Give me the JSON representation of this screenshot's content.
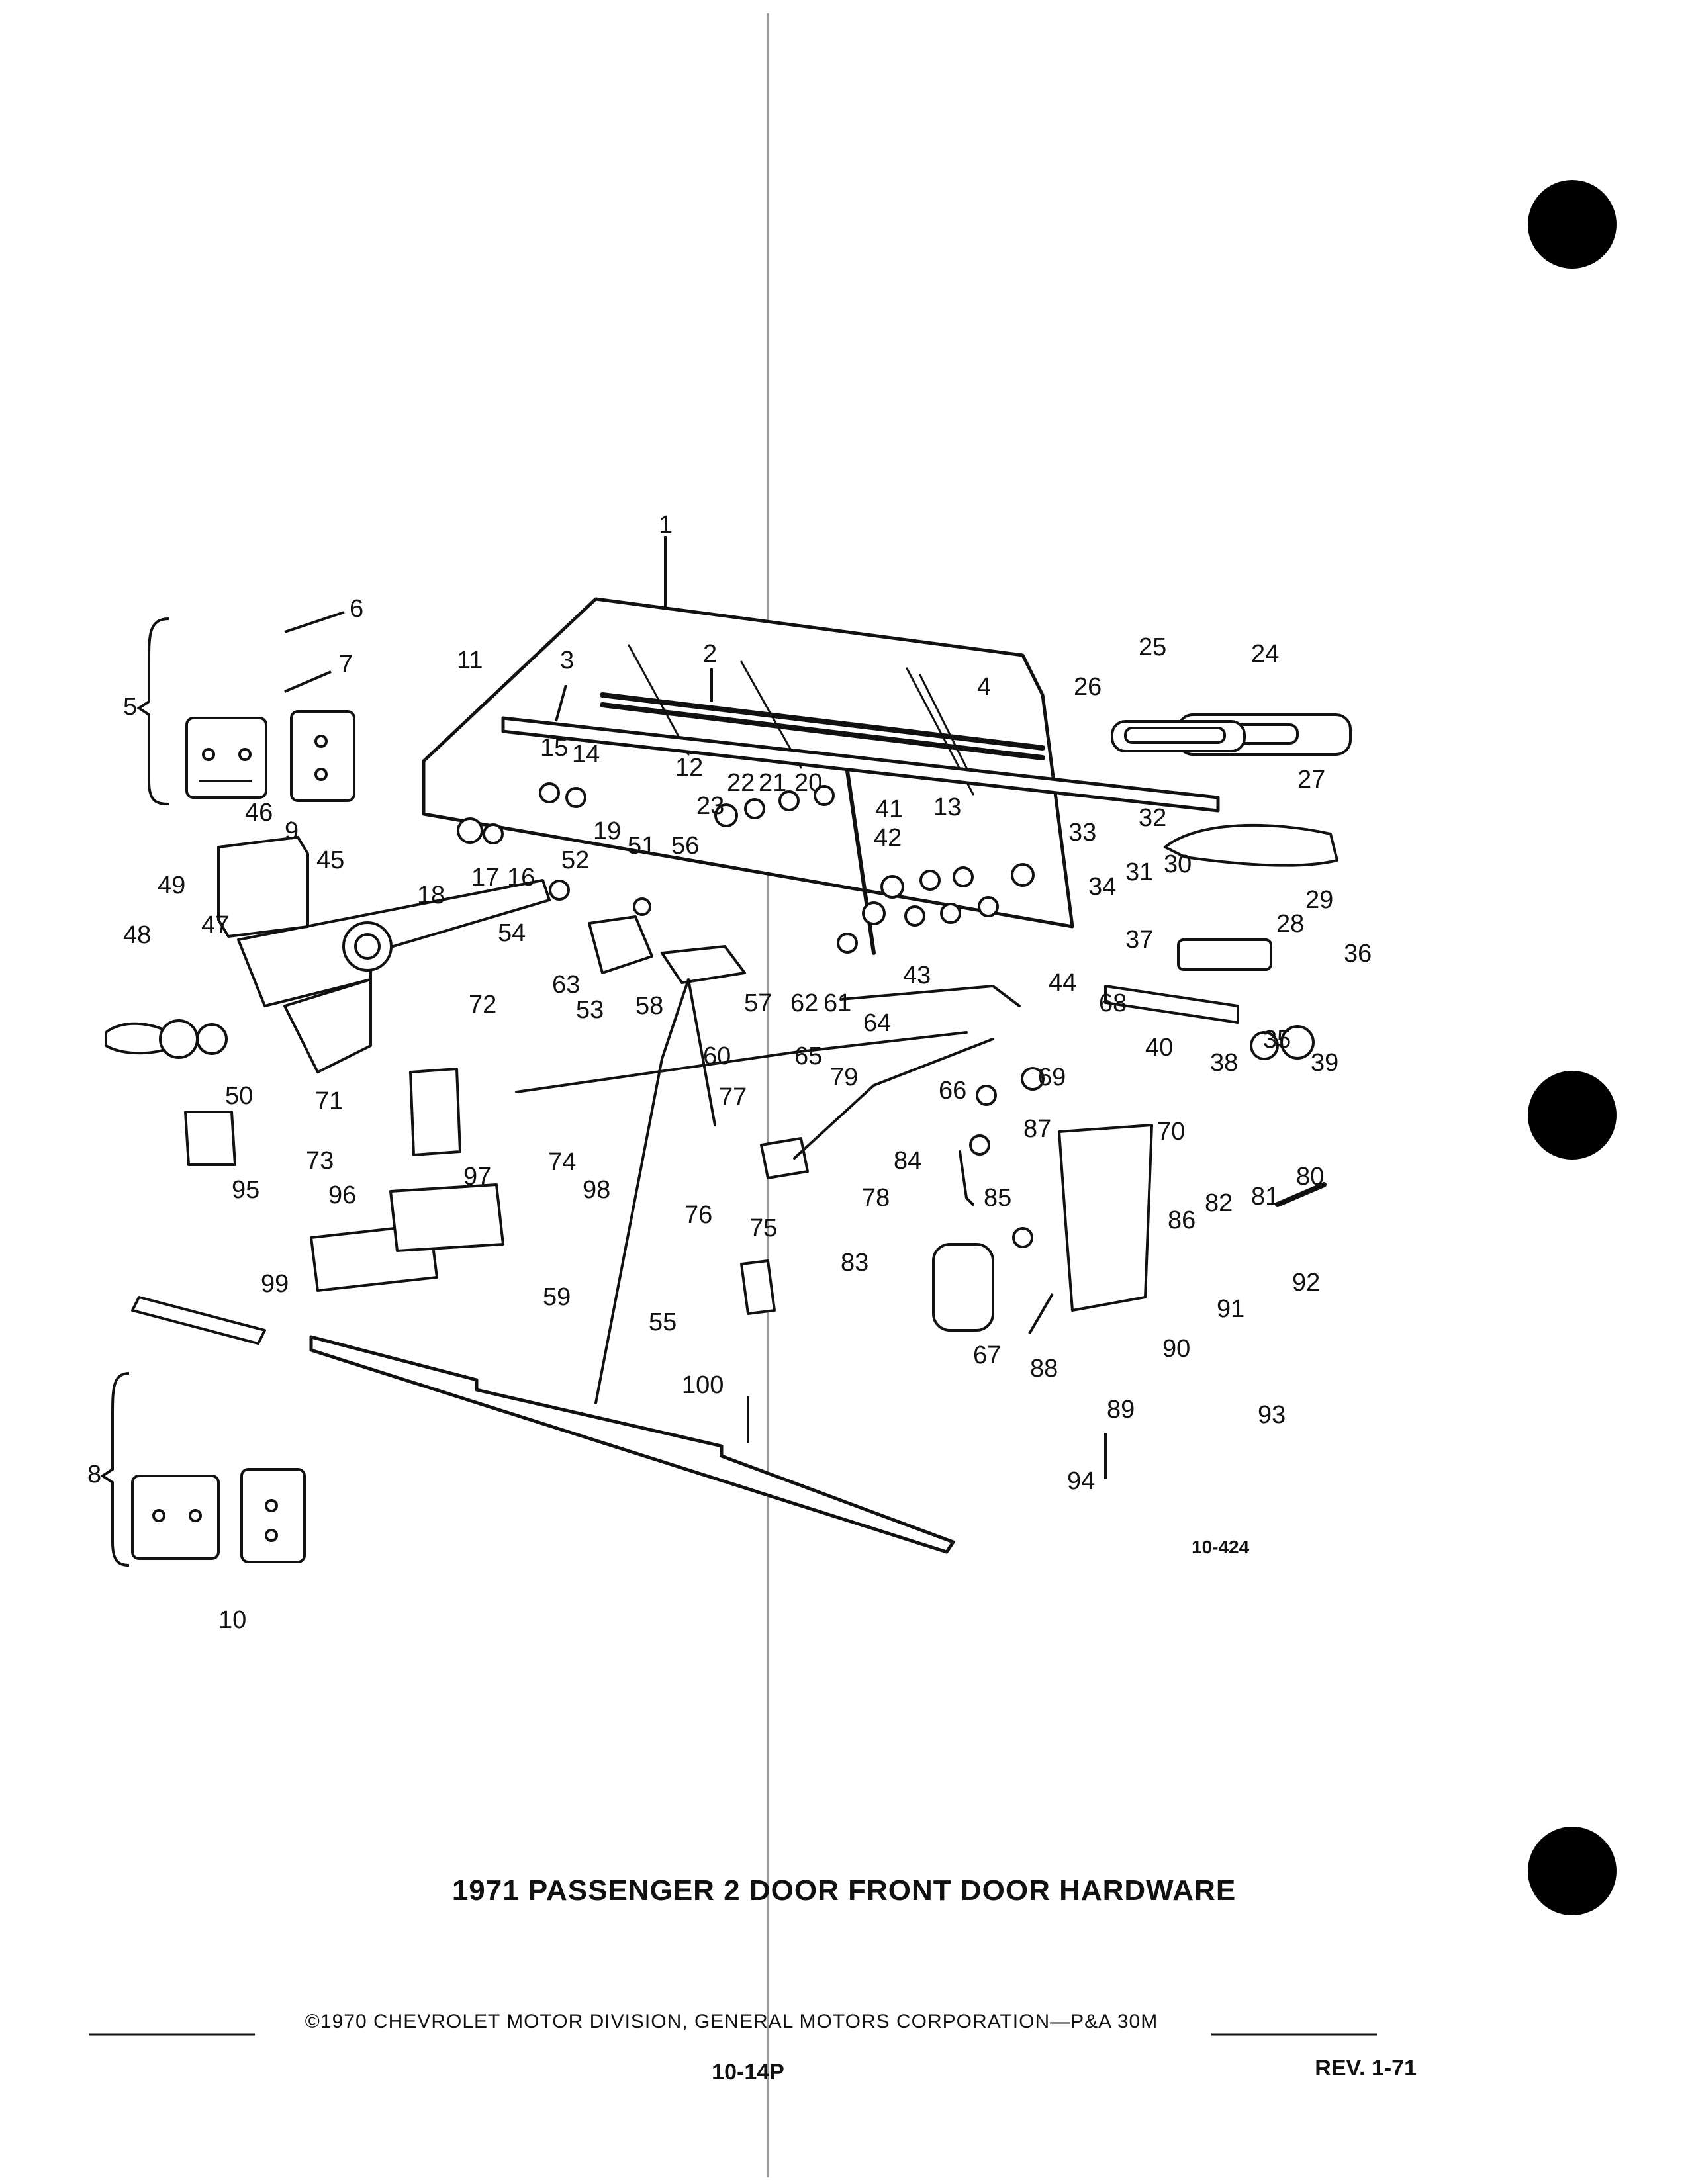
{
  "document": {
    "title": "1971 PASSENGER 2 DOOR FRONT DOOR HARDWARE",
    "footer_copyright": "©1970 CHEVROLET MOTOR DIVISION, GENERAL MOTORS CORPORATION—P&A 30M",
    "page_number": "10-14P",
    "revision": "REV. 1-71",
    "figure_number": "10-424"
  },
  "callouts": [
    "1",
    "2",
    "3",
    "4",
    "5",
    "6",
    "7",
    "8",
    "9",
    "10",
    "11",
    "12",
    "13",
    "14",
    "15",
    "16",
    "17",
    "18",
    "19",
    "20",
    "21",
    "22",
    "23",
    "24",
    "25",
    "26",
    "27",
    "28",
    "29",
    "30",
    "31",
    "32",
    "33",
    "34",
    "35",
    "36",
    "37",
    "38",
    "39",
    "40",
    "41",
    "42",
    "43",
    "44",
    "45",
    "46",
    "47",
    "48",
    "49",
    "50",
    "51",
    "52",
    "53",
    "54",
    "55",
    "56",
    "57",
    "58",
    "59",
    "60",
    "61",
    "62",
    "63",
    "64",
    "65",
    "66",
    "67",
    "68",
    "69",
    "70",
    "71",
    "72",
    "73",
    "74",
    "75",
    "76",
    "77",
    "78",
    "79",
    "80",
    "81",
    "82",
    "83",
    "84",
    "85",
    "86",
    "87",
    "88",
    "89",
    "90",
    "91",
    "92",
    "93",
    "94",
    "95",
    "96",
    "97",
    "98",
    "99",
    "100"
  ]
}
